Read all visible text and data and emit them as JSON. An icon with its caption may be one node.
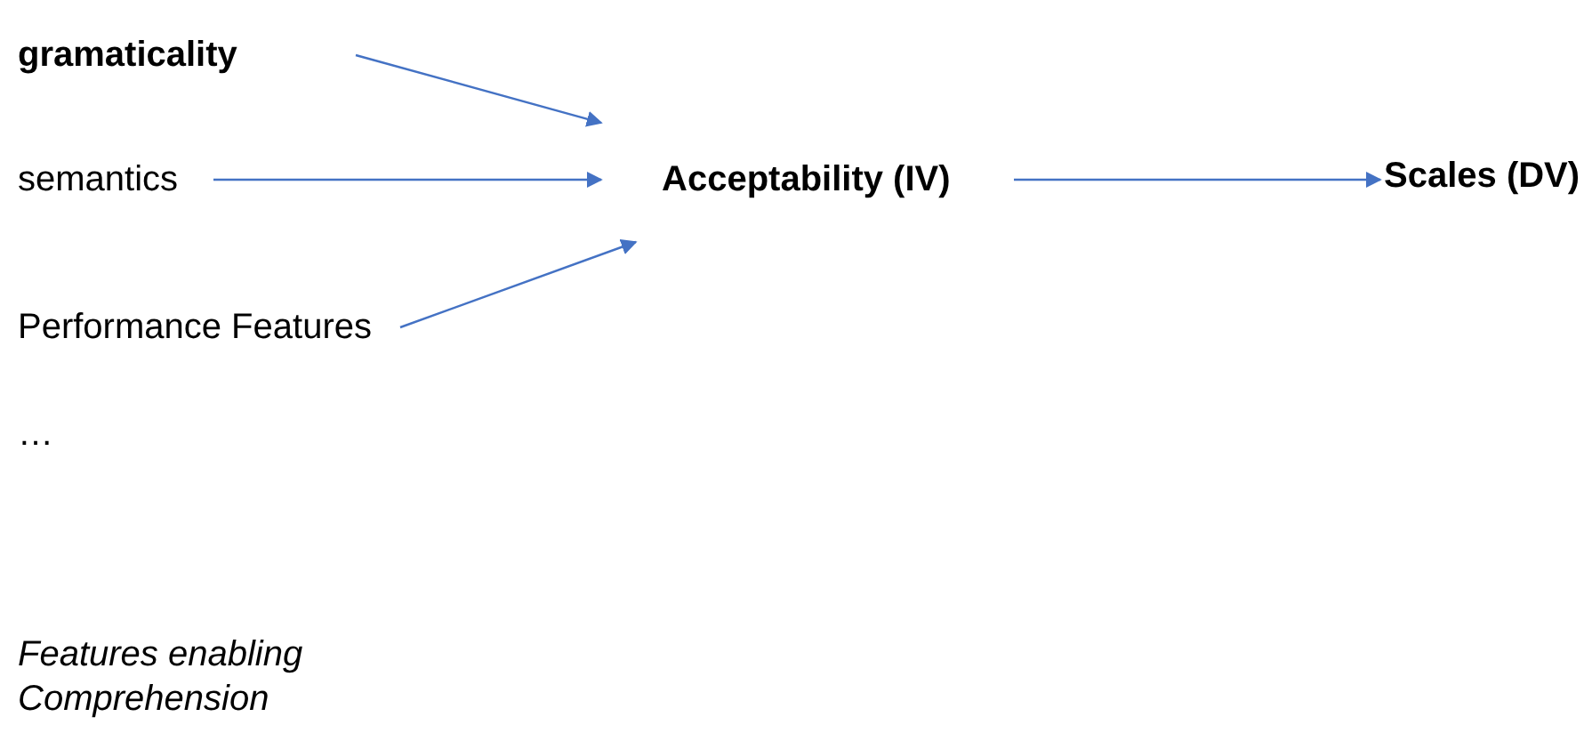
{
  "diagram": {
    "nodes": [
      {
        "text": [
          "gramaticality"
        ]
      },
      {
        "text": [
          "semantics"
        ]
      },
      {
        "text": [
          "Performance Features"
        ]
      },
      {
        "text": [
          "Acceptability (IV)"
        ]
      },
      {
        "text": [
          "Scales (DV)"
        ]
      }
    ],
    "edges": [
      {
        "from": 0,
        "to": 3,
        "arrow": "to"
      },
      {
        "from": 1,
        "to": 3,
        "arrow": "to"
      },
      {
        "from": 2,
        "to": 3,
        "arrow": "to"
      },
      {
        "from": 3,
        "to": 4,
        "arrow": "to"
      }
    ],
    "labels": [
      "…",
      "Features enabling Comprehension"
    ]
  }
}
